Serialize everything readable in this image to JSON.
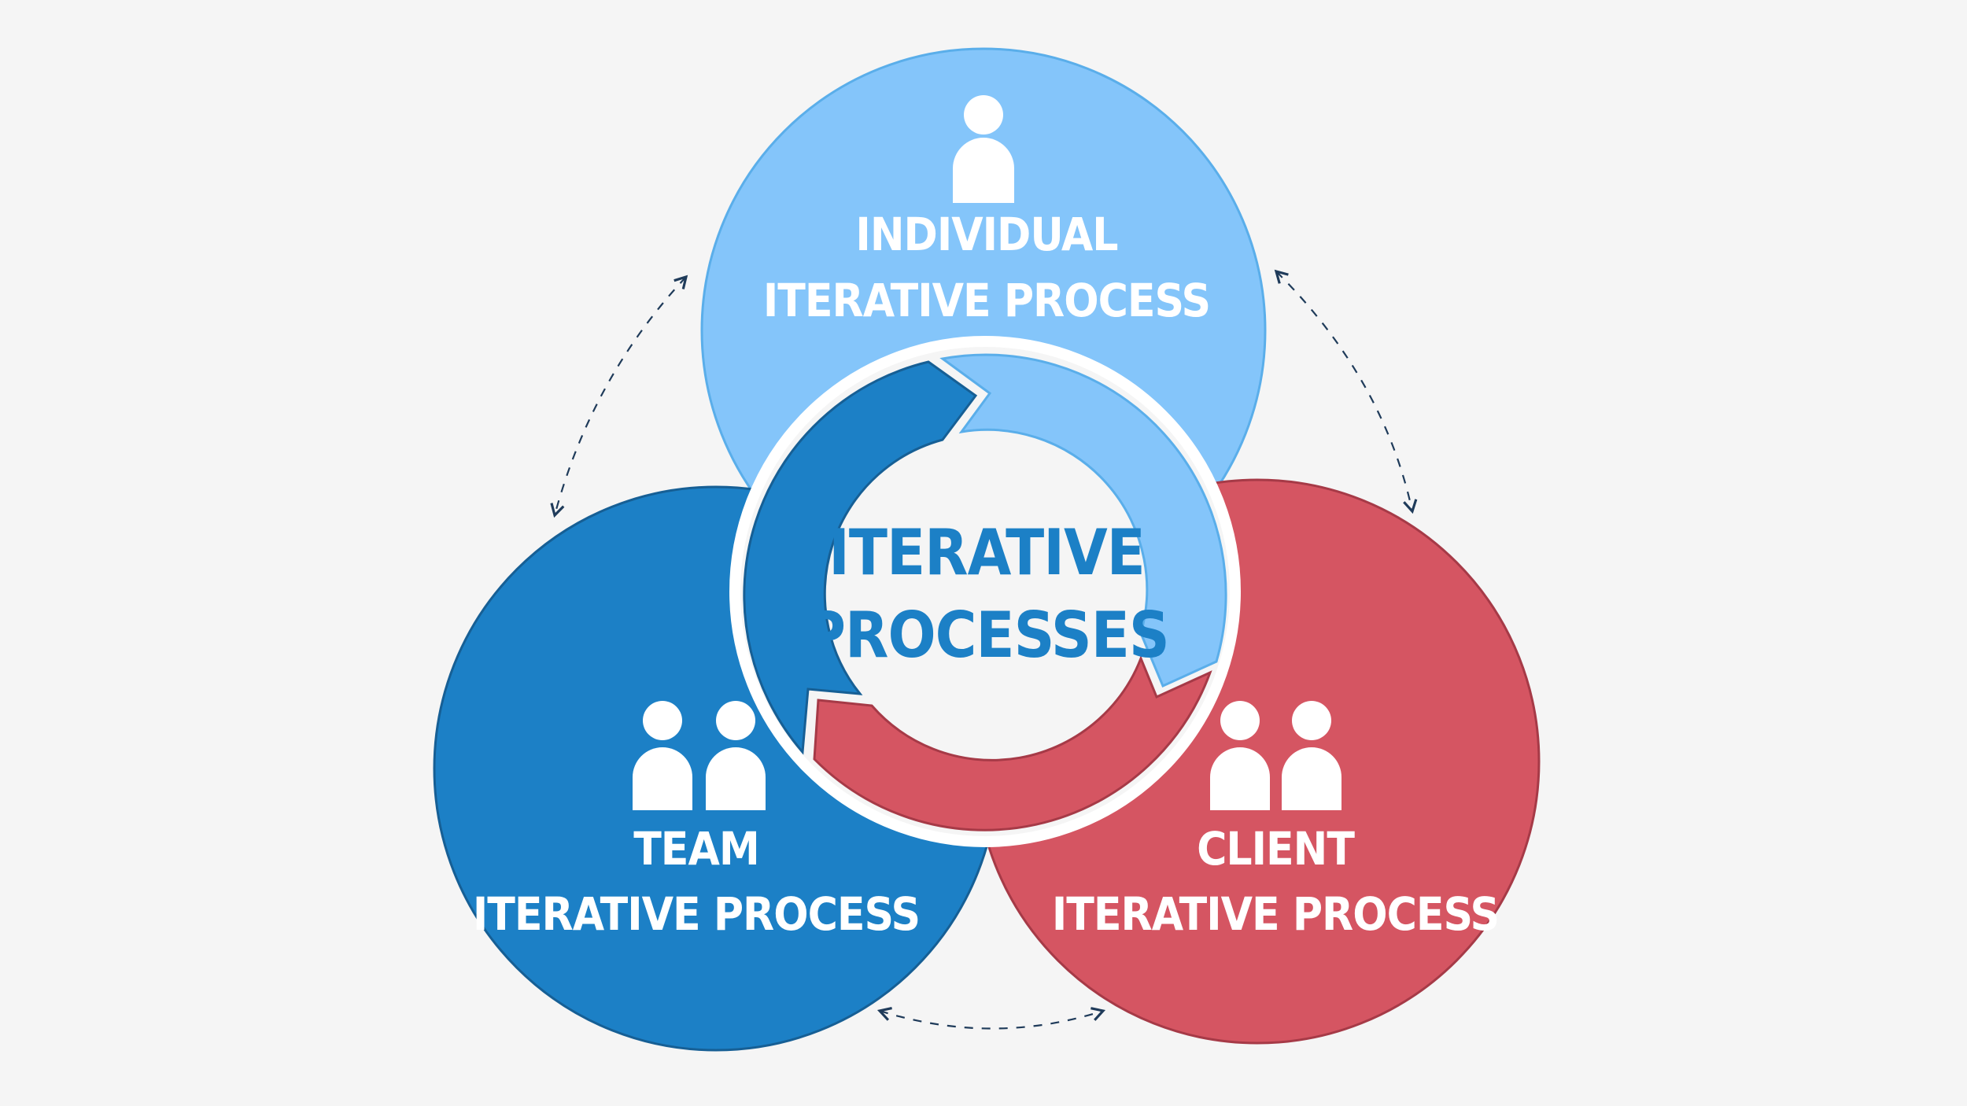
{
  "colors": {
    "background": "#f5f5f5",
    "individual": "#84c5fa",
    "individual_stroke": "#5aaeea",
    "team": "#1c80c6",
    "team_stroke": "#165f95",
    "client": "#d55562",
    "client_stroke": "#a63a47",
    "center_text": "#1c80c6",
    "dashed_arrows": "#1f3b5a"
  },
  "circles": {
    "individual": {
      "icon": "person-icon",
      "line1": "INDIVIDUAL",
      "line2": "ITERATIVE PROCESS"
    },
    "team": {
      "icon": "two-persons-icon",
      "line1": "TEAM",
      "line2": "ITERATIVE PROCESS"
    },
    "client": {
      "icon": "two-persons-icon",
      "line1": "CLIENT",
      "line2": "ITERATIVE PROCESS"
    }
  },
  "center": {
    "line1": "ITERATIVE",
    "line2": "PROCESSES"
  }
}
